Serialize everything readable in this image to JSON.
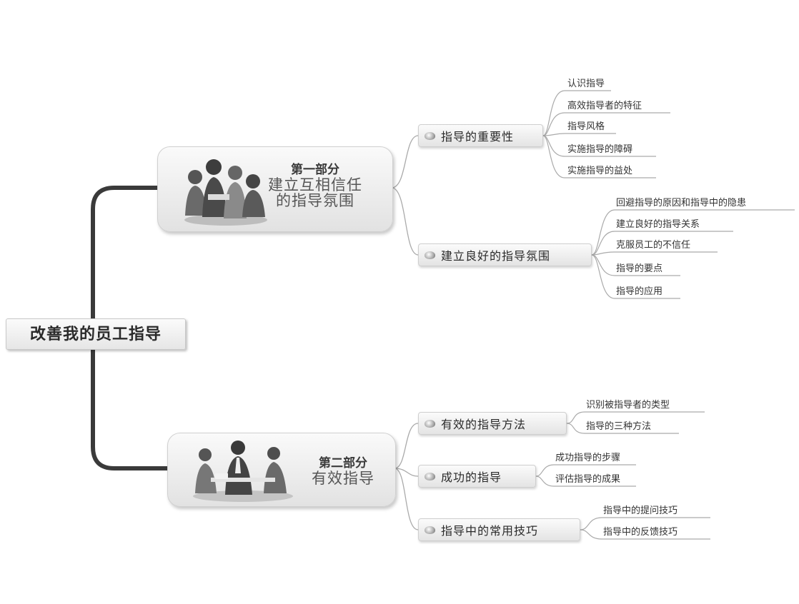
{
  "root": {
    "label": "改善我的员工指导"
  },
  "parts": [
    {
      "title": "第一部分",
      "subtitle_lines": [
        "建立互相信任",
        "的指导氛围"
      ]
    },
    {
      "title": "第二部分",
      "subtitle_lines": [
        "有效指导"
      ]
    }
  ],
  "topics": [
    {
      "label": "指导的重要性",
      "items": [
        "认识指导",
        "高效指导者的特征",
        "指导风格",
        "实施指导的障碍",
        "实施指导的益处"
      ]
    },
    {
      "label": "建立良好的指导氛围",
      "items": [
        "回避指导的原因和指导中的隐患",
        "建立良好的指导关系",
        "克服员工的不信任",
        "指导的要点",
        "指导的应用"
      ]
    },
    {
      "label": "有效的指导方法",
      "items": [
        "识别被指导者的类型",
        "指导的三种方法"
      ]
    },
    {
      "label": "成功的指导",
      "items": [
        "成功指导的步骤",
        "评估指导的成果"
      ]
    },
    {
      "label": "指导中的常用技巧",
      "items": [
        "指导中的提问技巧",
        "指导中的反馈技巧"
      ]
    }
  ],
  "colors": {
    "trunk": "#3a3a3a",
    "connector": "#9a9a9a",
    "box_border": "#cfcfcf"
  }
}
